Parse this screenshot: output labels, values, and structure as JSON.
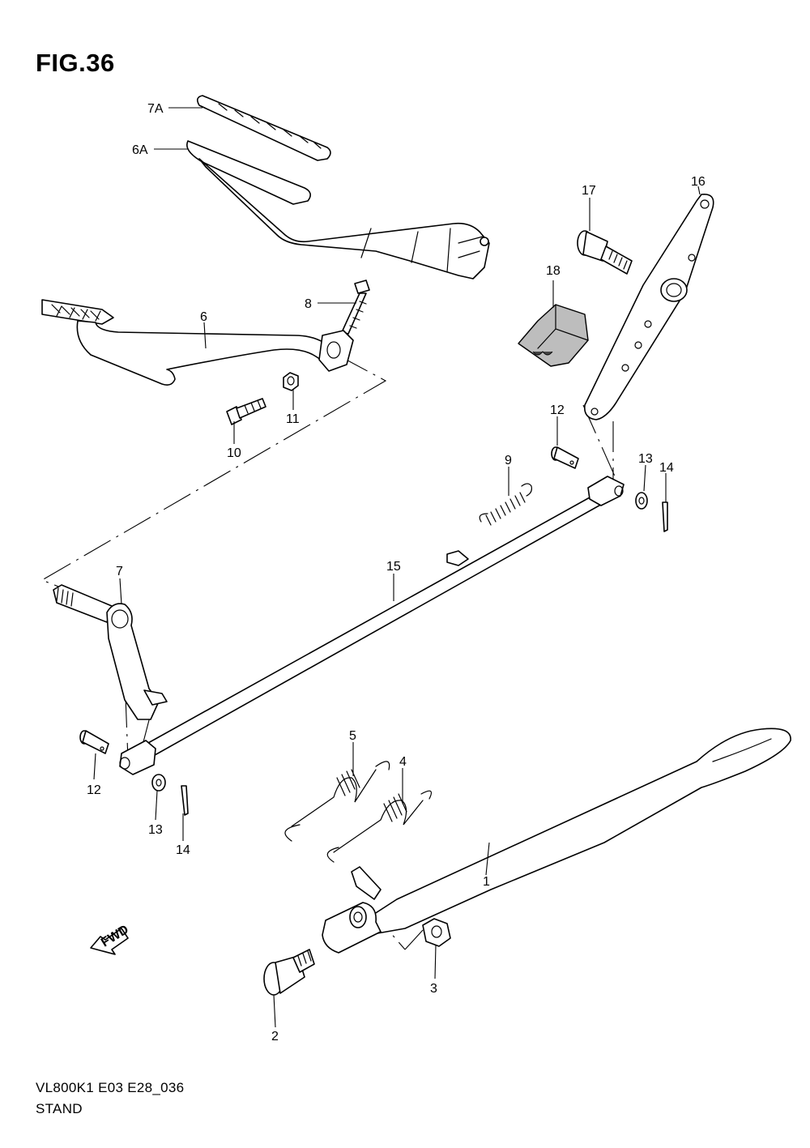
{
  "figure": {
    "title": "FIG.36",
    "model_code": "VL800K1 E03 E28_036",
    "name": "STAND",
    "direction_label": "FWD"
  },
  "callouts": [
    {
      "id": "7A",
      "label": "7A"
    },
    {
      "id": "6A",
      "label": "6A"
    },
    {
      "id": "17",
      "label": "17"
    },
    {
      "id": "16",
      "label": "16"
    },
    {
      "id": "18",
      "label": "18"
    },
    {
      "id": "8",
      "label": "8"
    },
    {
      "id": "6",
      "label": "6"
    },
    {
      "id": "11",
      "label": "11"
    },
    {
      "id": "10",
      "label": "10"
    },
    {
      "id": "12a",
      "label": "12"
    },
    {
      "id": "13a",
      "label": "13"
    },
    {
      "id": "14a",
      "label": "14"
    },
    {
      "id": "9",
      "label": "9"
    },
    {
      "id": "15",
      "label": "15"
    },
    {
      "id": "7",
      "label": "7"
    },
    {
      "id": "5",
      "label": "5"
    },
    {
      "id": "4",
      "label": "4"
    },
    {
      "id": "12b",
      "label": "12"
    },
    {
      "id": "13b",
      "label": "13"
    },
    {
      "id": "14b",
      "label": "14"
    },
    {
      "id": "1",
      "label": "1"
    },
    {
      "id": "3",
      "label": "3"
    },
    {
      "id": "2",
      "label": "2"
    }
  ]
}
